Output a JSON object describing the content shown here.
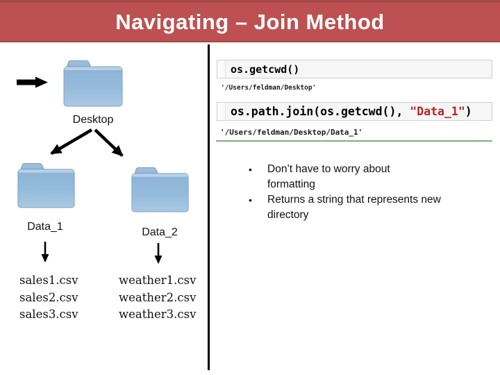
{
  "title": "Navigating – Join Method",
  "colors": {
    "header_bg": "#bd5151",
    "header_edge": "#a84848",
    "divider": "#000000",
    "cell_bg": "#f6f6f6",
    "cell_border": "#cfcfcf",
    "code_string_red": "#ba2121",
    "rule_green": "#85ab85",
    "folder_blue": "#95bbdc"
  },
  "diagram": {
    "root_label": "Desktop",
    "children": [
      {
        "label": "Data_1",
        "files": [
          "sales1.csv",
          "sales2.csv",
          "sales3.csv"
        ]
      },
      {
        "label": "Data_2",
        "files": [
          "weather1.csv",
          "weather2.csv",
          "weather3.csv"
        ]
      }
    ]
  },
  "notebook": {
    "cells": [
      {
        "code": "os.getcwd()",
        "output": "'/Users/feldman/Desktop'"
      },
      {
        "code_prefix": "os.path.join(os.getcwd(), ",
        "code_string": "\"Data_1\"",
        "code_suffix": ")",
        "output": "'/Users/feldman/Desktop/Data_1'"
      }
    ]
  },
  "notes": [
    {
      "line1": "Don’t have to worry about",
      "line2": "formatting"
    },
    {
      "line1": "Returns a string that represents new",
      "line2": "directory"
    }
  ]
}
